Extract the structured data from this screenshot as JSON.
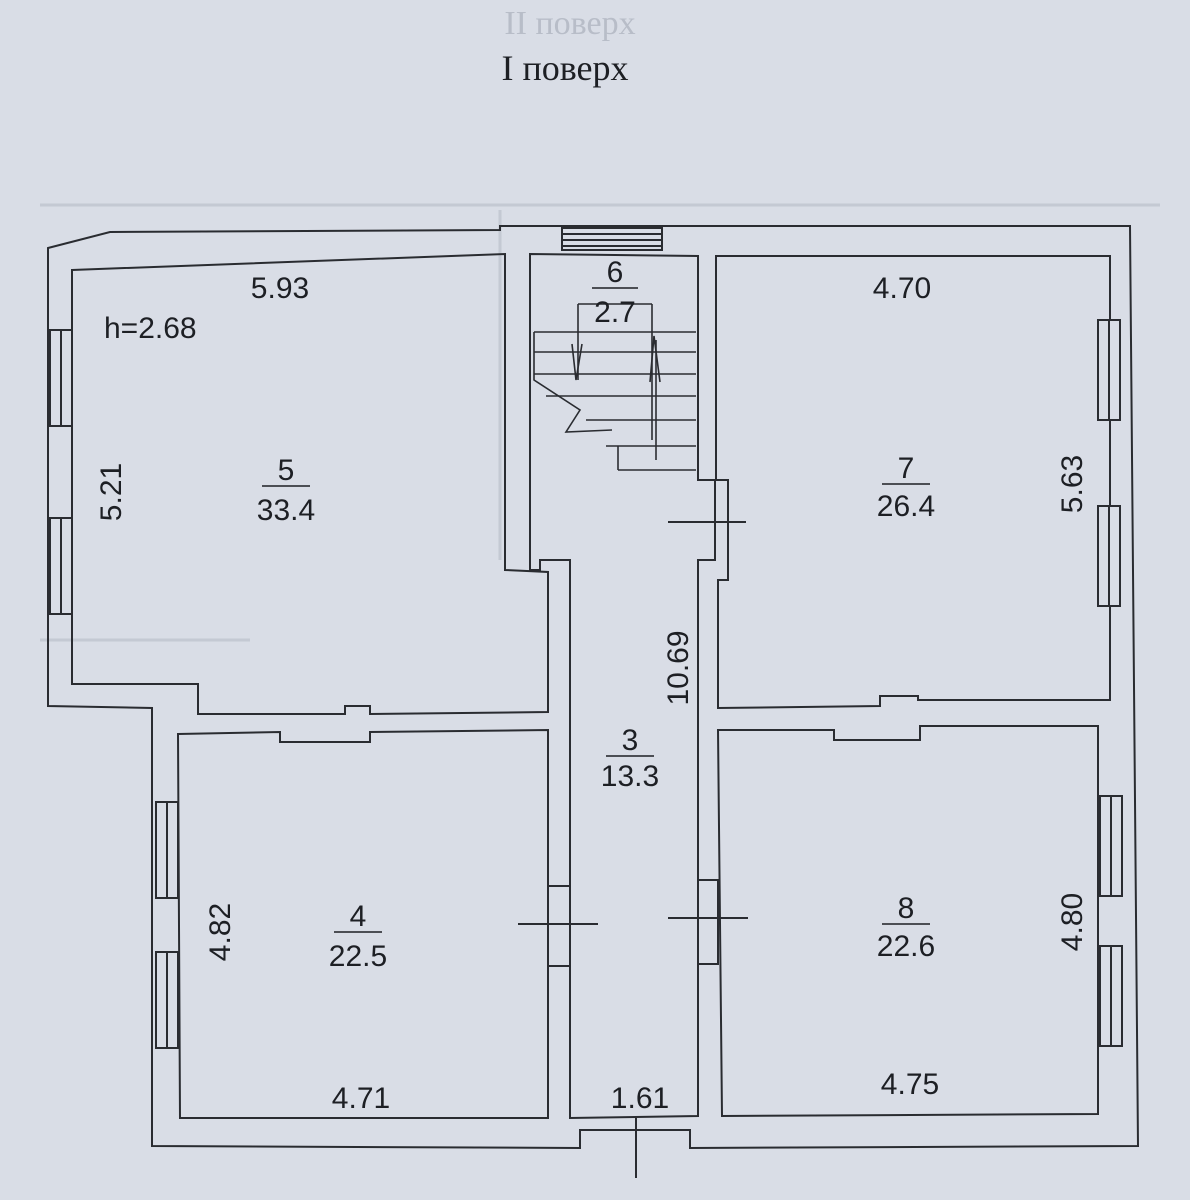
{
  "floor_title": "I поверх",
  "ghost_title": "II поверх",
  "height_label": "h=2.68",
  "rooms": [
    {
      "number": "5",
      "area": "33.4"
    },
    {
      "number": "6",
      "area": "2.7"
    },
    {
      "number": "7",
      "area": "26.4"
    },
    {
      "number": "3",
      "area": "13.3"
    },
    {
      "number": "4",
      "area": "22.5"
    },
    {
      "number": "8",
      "area": "22.6"
    }
  ],
  "dimensions": {
    "room5_width": "5.93",
    "room5_height": "5.21",
    "room7_width": "4.70",
    "room7_height": "5.63",
    "corridor_length": "10.69",
    "room4_height": "4.82",
    "room4_width": "4.71",
    "corridor_width": "1.61",
    "room8_width": "4.75",
    "room8_height": "4.80"
  }
}
